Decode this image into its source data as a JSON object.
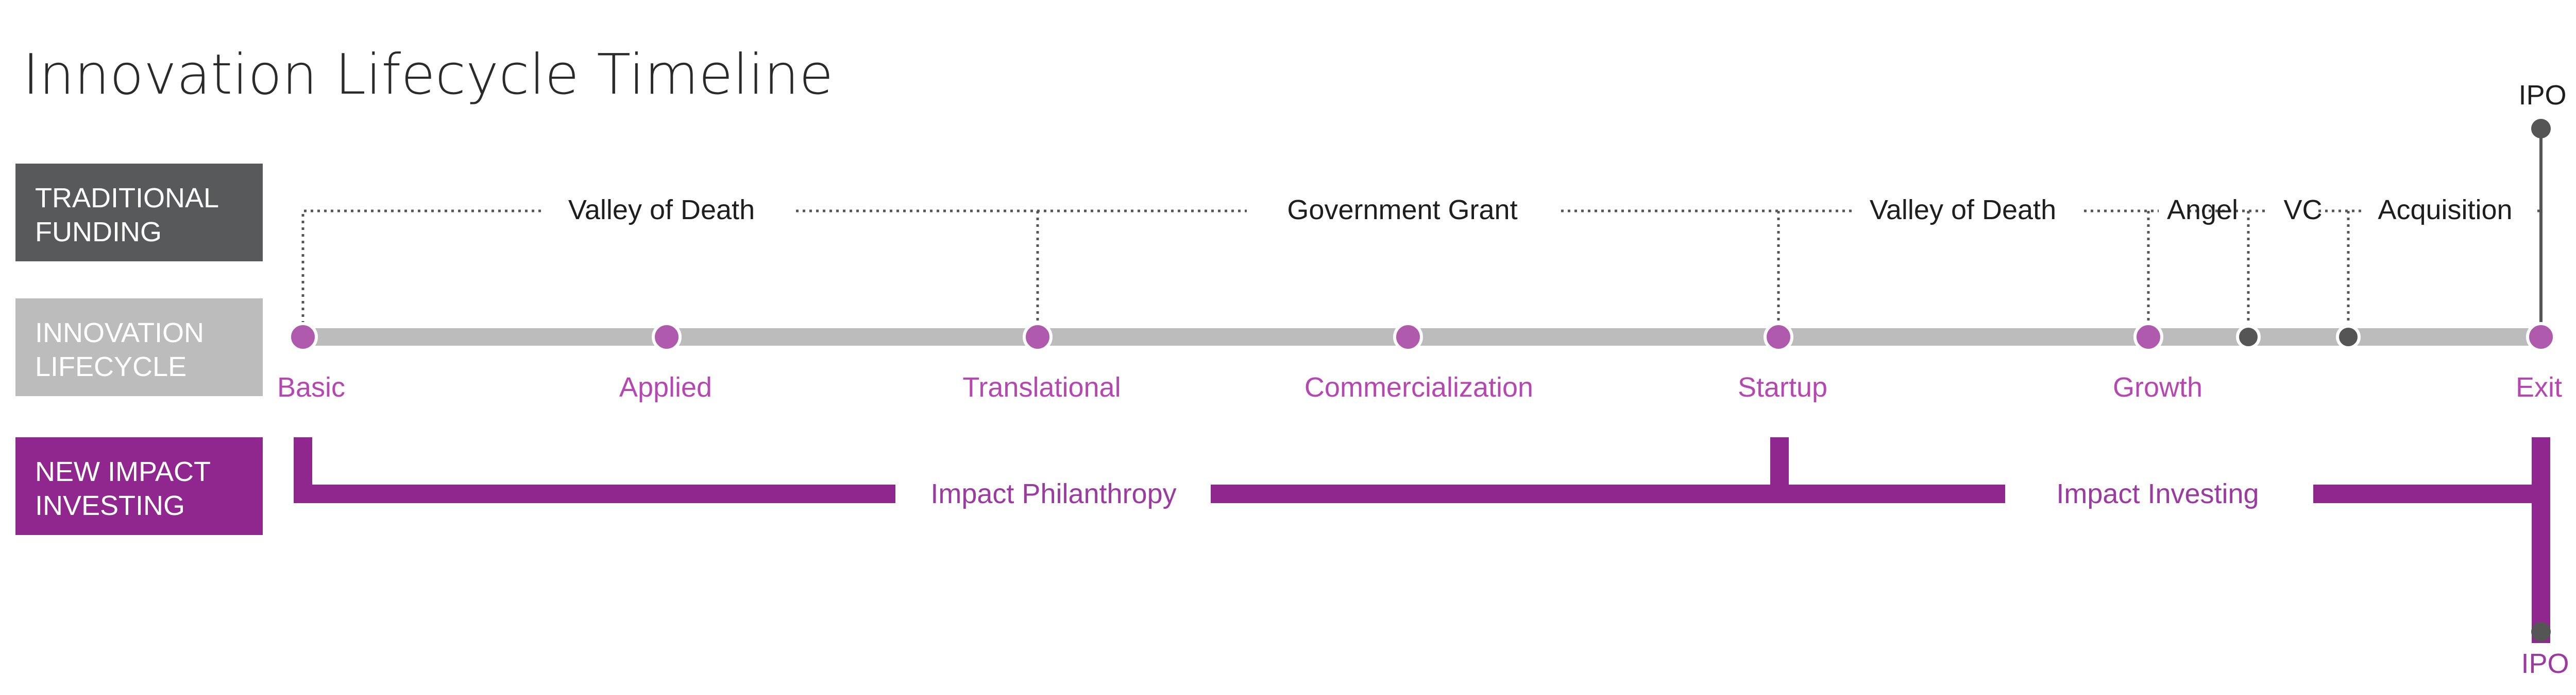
{
  "title": "Innovation Lifecycle Timeline",
  "colors": {
    "traditional_funding": "#58595b",
    "innovation_lifecycle": "#bcbcbc",
    "new_impact_investing": "#90278e",
    "stage_dot": "#b05aae",
    "minor_dot": "#555555",
    "stage_label": "#b447b0"
  },
  "row_labels": {
    "traditional_funding": [
      "TRADITIONAL",
      "FUNDING"
    ],
    "innovation_lifecycle": [
      "INNOVATION",
      "LIFECYCLE"
    ],
    "new_impact_investing": [
      "NEW IMPACT",
      "INVESTING"
    ]
  },
  "stages": [
    "Basic",
    "Applied",
    "Translational",
    "Commercialization",
    "Startup",
    "Growth",
    "Exit"
  ],
  "traditional_funding": [
    "Valley of Death",
    "Government Grant",
    "Valley of Death",
    "Angel",
    "VC",
    "Acquisition"
  ],
  "impact_investing": [
    "Impact Philanthropy",
    "Impact Investing"
  ],
  "ipo_top": "IPO",
  "ipo_bottom": "IPO"
}
